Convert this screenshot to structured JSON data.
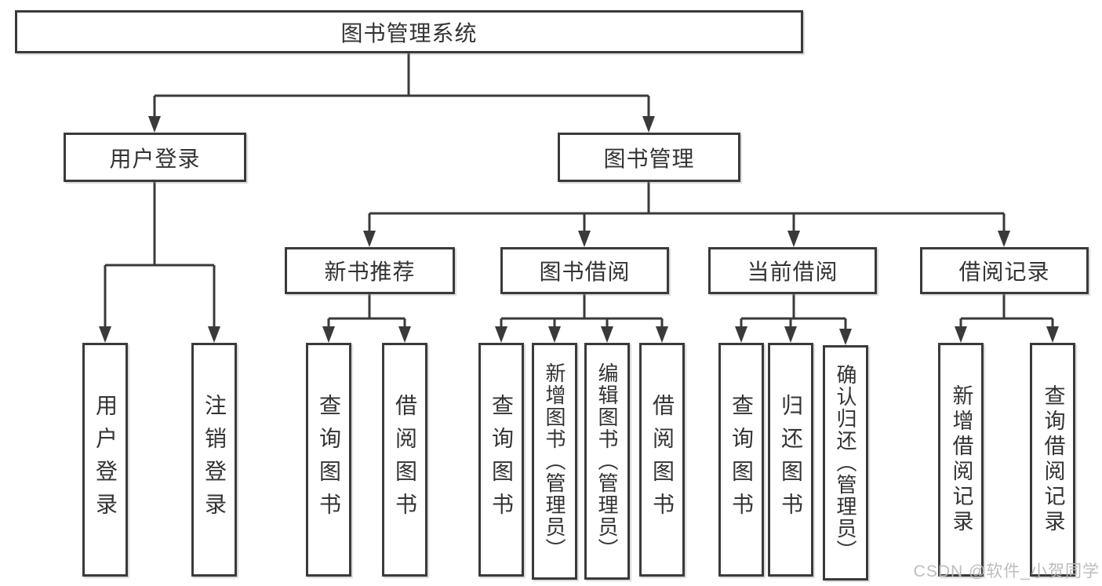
{
  "diagram": {
    "root": {
      "label": "图书管理系统"
    },
    "level2": {
      "user_login": "用户登录",
      "book_management": "图书管理"
    },
    "level3": {
      "new_book_recommend": "新书推荐",
      "book_borrowing": "图书借阅",
      "current_borrowing": "当前借阅",
      "borrowing_records": "借阅记录"
    },
    "leaves": {
      "user_login": "用户登录",
      "logout": "注销登录",
      "recommend_query_books": "查询图书",
      "recommend_borrow_books": "借阅图书",
      "borrowing_query_books": "查询图书",
      "borrowing_add_books_admin": "新增图书（管理员）",
      "borrowing_edit_books_admin": "编辑图书（管理员）",
      "borrowing_borrow_books": "借阅图书",
      "current_query_books": "查询图书",
      "current_return_books": "归还图书",
      "current_confirm_return_admin": "确认归还（管理员）",
      "records_add_record": "新增借阅记录",
      "records_query_record": "查询借阅记录"
    },
    "watermark": "CSDN @软件_小贺同学",
    "colors": {
      "line": "#3a3a3a",
      "text": "#333333",
      "box_fill": "#ffffff",
      "watermark": "#b9b9b9"
    }
  }
}
